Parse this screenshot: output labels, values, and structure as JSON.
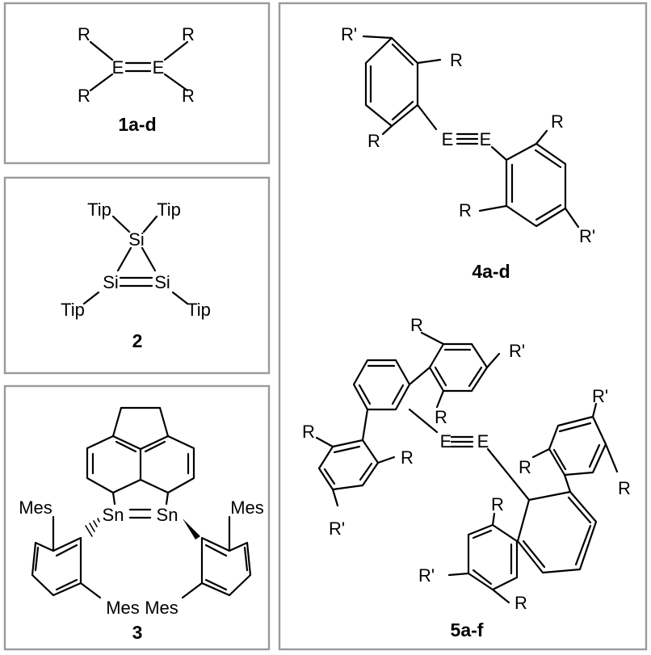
{
  "panels": {
    "p1": {
      "compound": "1a-d",
      "atoms": {
        "r": "R",
        "e": "E"
      }
    },
    "p2": {
      "compound": "2",
      "atoms": {
        "si": "Si",
        "tip": "Tip"
      }
    },
    "p3": {
      "compound": "3",
      "atoms": {
        "sn": "Sn",
        "mes": "Mes"
      }
    },
    "p4": {
      "compound": "4a-d",
      "atoms": {
        "r": "R",
        "rp": "R'",
        "e": "E"
      }
    },
    "p5": {
      "compound": "5a-f",
      "atoms": {
        "r": "R",
        "rp": "R'",
        "e": "E"
      }
    }
  }
}
